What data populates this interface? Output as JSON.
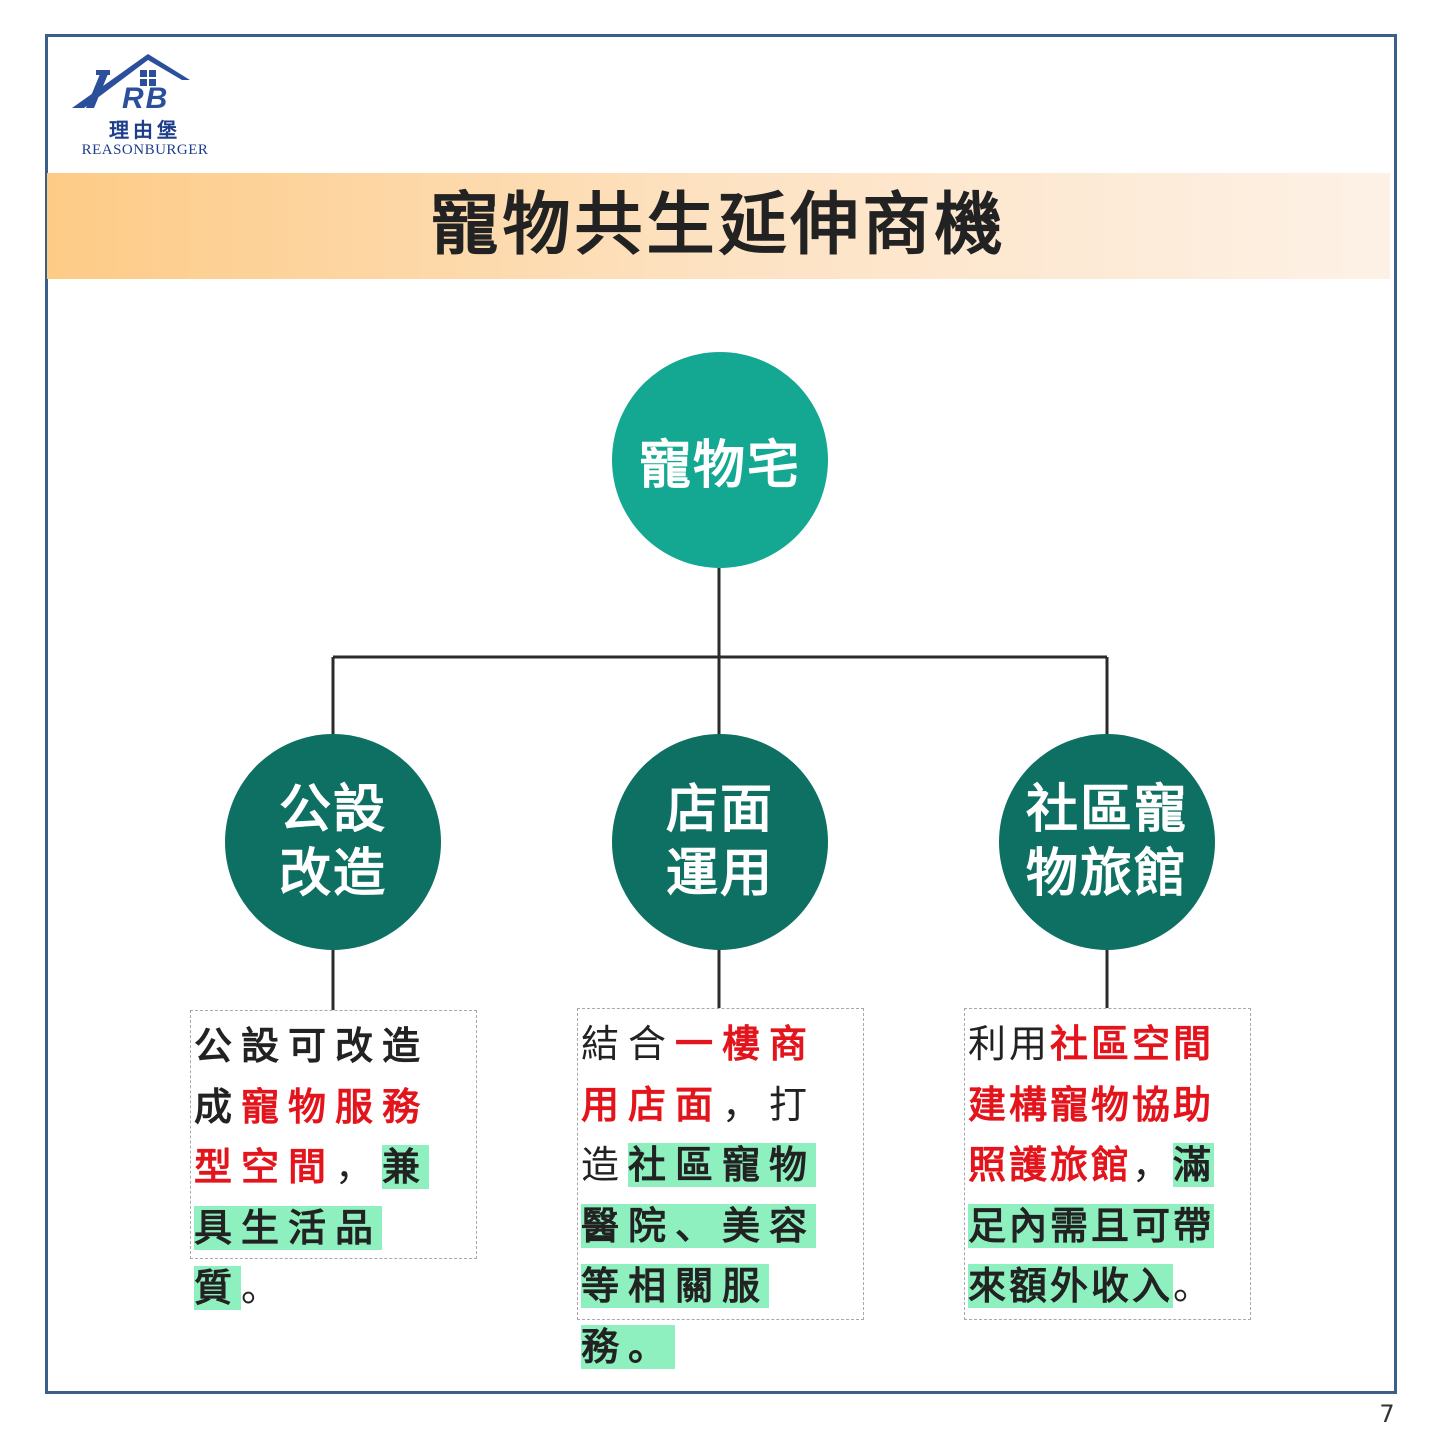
{
  "logo": {
    "mark": "RB",
    "name_cn": "理由堡",
    "name_en": "REASONBURGER"
  },
  "title": "寵物共生延伸商機",
  "diagram": {
    "root": {
      "label": "寵物宅"
    },
    "children": [
      {
        "label_lines": [
          "公設",
          "改造"
        ],
        "description": [
          {
            "text": "公設可改造成",
            "style": "bold"
          },
          {
            "text": "寵物服務型空間",
            "style": "red"
          },
          {
            "text": "，",
            "style": "normal"
          },
          {
            "text": "兼具生活品質",
            "style": "highlight"
          },
          {
            "text": "。",
            "style": "normal"
          }
        ]
      },
      {
        "label_lines": [
          "店面",
          "運用"
        ],
        "description": [
          {
            "text": "結合",
            "style": "normal"
          },
          {
            "text": "一樓商用店面",
            "style": "red"
          },
          {
            "text": "，打造",
            "style": "normal"
          },
          {
            "text": "社區寵物醫院、美容等相關服務。",
            "style": "highlight"
          }
        ]
      },
      {
        "label_lines": [
          "社區寵",
          "物旅館"
        ],
        "description": [
          {
            "text": "利用",
            "style": "normal"
          },
          {
            "text": "社區空間建構寵物協助照護旅館",
            "style": "red"
          },
          {
            "text": "，",
            "style": "normal"
          },
          {
            "text": "滿足內需且可帶來額外收入",
            "style": "highlight"
          },
          {
            "text": "。",
            "style": "normal"
          }
        ]
      }
    ]
  },
  "colors": {
    "root_circle": "#14a892",
    "child_circle": "#0e7062",
    "emphasis_red": "#e3141b",
    "highlight_green": "#8ff0bf",
    "frame_border": "#3c5f8a"
  },
  "page_number": "7"
}
